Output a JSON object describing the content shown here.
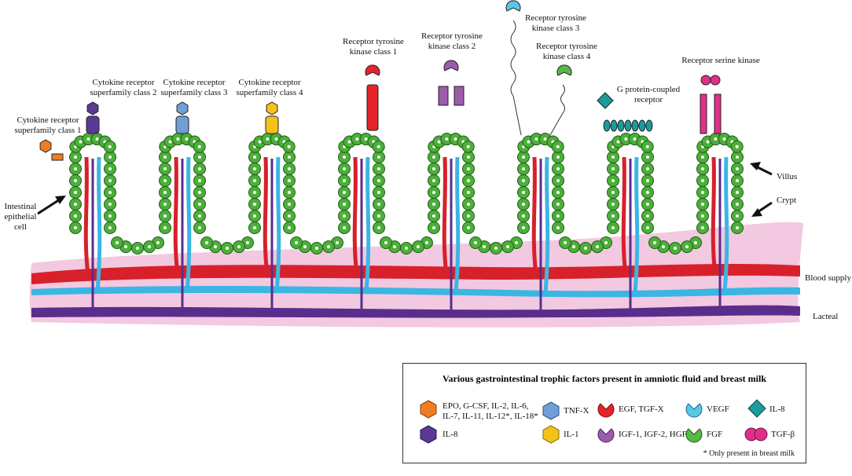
{
  "labels": {
    "crc1": "Cytokine receptor\nsuperfamily class 1",
    "crc2": "Cytokine receptor\nsuperfamily class 2",
    "crc3": "Cytokine receptor\nsuperfamily class 3",
    "crc4": "Cytokine receptor\nsuperfamily class 4",
    "rtk1": "Receptor tyrosine\nkinase class 1",
    "rtk2": "Receptor tyrosine\nkinase class 2",
    "rtk3": "Receptor tyrosine\nkinase class 3",
    "rtk4": "Receptor tyrosine\nkinase class 4",
    "gpcr": "G protein-coupled\nreceptor",
    "rsk": "Receptor serine kinase",
    "iec": "Intestinal\nepithelial\ncell",
    "villus": "Villus",
    "crypt": "Crypt",
    "blood": "Blood supply",
    "lacteal": "Lacteal"
  },
  "legend": {
    "title": "Various gastrointestinal trophic factors present in amniotic fluid and breast milk",
    "items": {
      "epo": "EPO, G-CSF, IL-2, IL-6,\nIL-7, IL-11, IL-12*, IL-18*",
      "il8_hex": "IL-8",
      "tnf": "TNF-X",
      "il1": "IL-1",
      "egf": "EGF, TGF-X",
      "igf": "IGF-1, IGF-2, HGF",
      "vegf": "VEGF",
      "fgf": "FGF",
      "il8_diamond": "IL-8",
      "tgfb": "TGF-β"
    },
    "footnote": "* Only present in breast milk"
  },
  "colors": {
    "cell_green": "#4caf3a",
    "cell_outline": "#1e5e14",
    "lamina_pink": "#f2c9e0",
    "artery_red": "#d8202a",
    "lymph_blue": "#3bb6e3",
    "lacteal_purple": "#5a2d8c",
    "orange": "#f07d22",
    "purple_dark": "#5a3a94",
    "blue_light": "#6f9fd6",
    "yellow": "#f5c21a",
    "red": "#e3242b",
    "purple_mid": "#9b5cae",
    "cyan": "#5bc6e6",
    "green_bright": "#59b847",
    "teal": "#1a9c9c",
    "magenta": "#e0308c"
  }
}
